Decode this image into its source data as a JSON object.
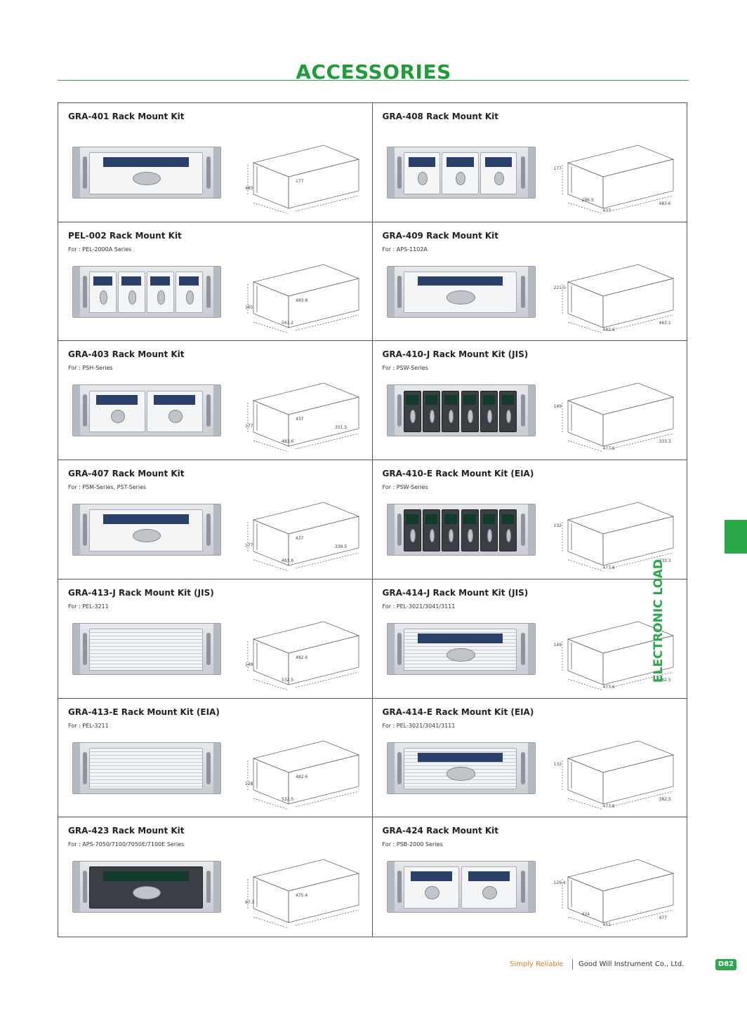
{
  "page": {
    "title": "ACCESSORIES",
    "side_label": "ELECTRONIC LOAD",
    "footer_tagline": "Simply Reliable",
    "footer_company": "Good Will Instrument Co., Ltd.",
    "page_number": "D82"
  },
  "colors": {
    "accent": "#2aa84a",
    "tagline": "#e07b22"
  },
  "products": [
    {
      "title": "GRA-401 Rack Mount Kit",
      "for": "",
      "dims": [
        "483",
        "177"
      ]
    },
    {
      "title": "GRA-408 Rack Mount Kit",
      "for": "",
      "dims": [
        "177",
        "437",
        "483.6",
        "296.5"
      ]
    },
    {
      "title": "PEL-002 Rack Mount Kit",
      "for": "For : PEL-2000A  Series",
      "dims": [
        "165",
        "483.8",
        "561.2"
      ]
    },
    {
      "title": "GRA-409 Rack Mount Kit",
      "for": "For : APS-1102A",
      "dims": [
        "221.5",
        "482.6",
        "463.1"
      ]
    },
    {
      "title": "GRA-403 Rack Mount Kit",
      "for": "For : PSH-Series",
      "dims": [
        "177",
        "437",
        "483.6",
        "351.5"
      ]
    },
    {
      "title": "GRA-410-J Rack Mount Kit (JIS)",
      "for": "For : PSW-Series",
      "dims": [
        "149",
        "477.6",
        "333.3"
      ]
    },
    {
      "title": "GRA-407 Rack Mount Kit",
      "for": "For : PSM-Series, PST-Series",
      "dims": [
        "177",
        "437",
        "483.6",
        "339.5"
      ]
    },
    {
      "title": "GRA-410-E Rack Mount Kit (EIA)",
      "for": "For : PSW-Series",
      "dims": [
        "132",
        "477.6",
        "333.3"
      ]
    },
    {
      "title": "GRA-413-J Rack Mount Kit (JIS)",
      "for": "For : PEL-3211",
      "dims": [
        "149",
        "482.6",
        "532.5"
      ]
    },
    {
      "title": "GRA-414-J Rack Mount Kit (JIS)",
      "for": "For : PEL-3021/3041/3111",
      "dims": [
        "149",
        "477.6",
        "382.5"
      ]
    },
    {
      "title": "GRA-413-E Rack Mount Kit (EIA)",
      "for": "For : PEL-3211",
      "dims": [
        "128",
        "482.6",
        "532.5"
      ]
    },
    {
      "title": "GRA-414-E Rack Mount Kit (EIA)",
      "for": "For : PEL-3021/3041/3111",
      "dims": [
        "132",
        "477.6",
        "382.5"
      ]
    },
    {
      "title": "GRA-423 Rack Mount Kit",
      "for": "For : APS-7050/7100/7050E/7100E Series",
      "dims": [
        "87.3",
        "475.4"
      ]
    },
    {
      "title": "GRA-424 Rack Mount Kit",
      "for": "For : PSB-2000 Series",
      "dims": [
        "129.4",
        "452",
        "477",
        "424"
      ]
    }
  ]
}
